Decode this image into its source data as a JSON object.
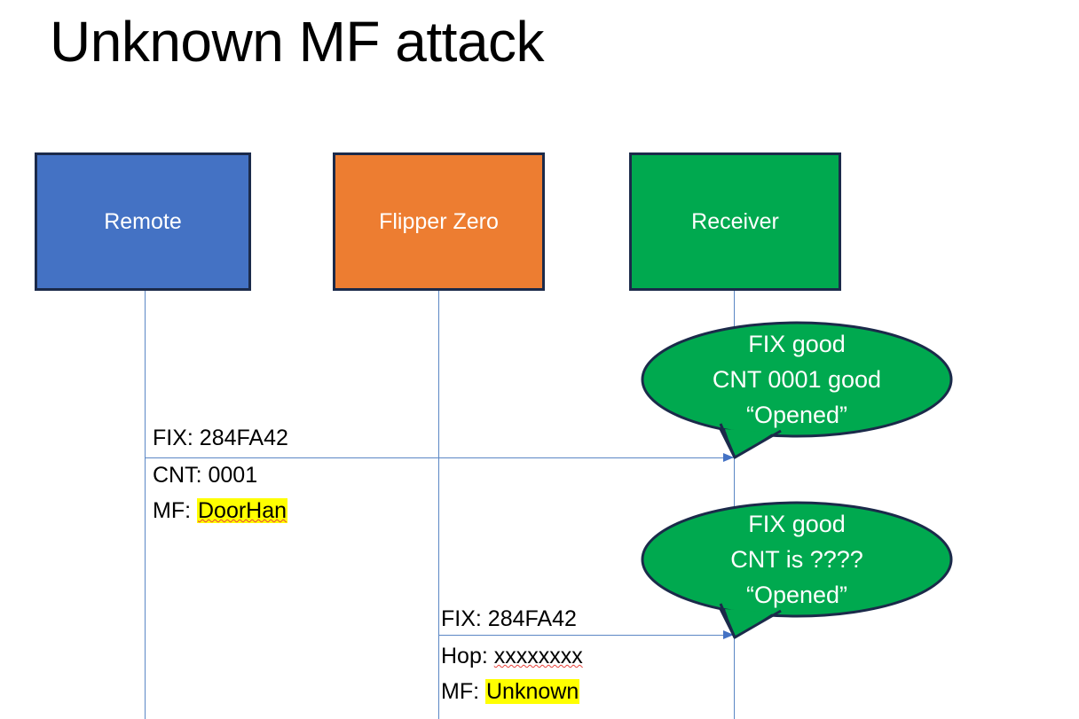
{
  "slide": {
    "title": "Unknown MF attack",
    "background": "#FFFFFF"
  },
  "colors": {
    "remote_fill": "#4472C4",
    "flipper_fill": "#ED7D31",
    "receiver_fill": "#00A94F",
    "box_border": "#1B2A4A",
    "lifeline": "#5B87C5",
    "arrow": "#4472C4",
    "bubble_fill": "#00A94F",
    "bubble_border": "#1B2A4A",
    "highlight": "#FFFF00",
    "text_dark": "#000000",
    "text_light": "#FFFFFF",
    "spellcheck_underline": "#E8413A"
  },
  "actors": [
    {
      "id": "remote",
      "label": "Remote"
    },
    {
      "id": "flipper",
      "label": "Flipper Zero"
    },
    {
      "id": "receiver",
      "label": "Receiver"
    }
  ],
  "messages": [
    {
      "id": "remote-to-receiver",
      "from": "remote",
      "to": "receiver",
      "lines": [
        {
          "label": "FIX: ",
          "value": "284FA42",
          "highlighted": false,
          "spellcheck": false
        },
        {
          "label": "CNT: ",
          "value": "0001",
          "highlighted": false,
          "spellcheck": false
        },
        {
          "label": "MF: ",
          "value": "DoorHan",
          "highlighted": true,
          "spellcheck": true
        }
      ]
    },
    {
      "id": "flipper-to-receiver",
      "from": "flipper",
      "to": "receiver",
      "lines": [
        {
          "label": "FIX: ",
          "value": "284FA42",
          "highlighted": false,
          "spellcheck": false
        },
        {
          "label": "Hop: ",
          "value": "xxxxxxxx",
          "highlighted": false,
          "spellcheck": true
        },
        {
          "label": "MF: ",
          "value": "Unknown",
          "highlighted": true,
          "spellcheck": false
        }
      ]
    }
  ],
  "bubbles": [
    {
      "id": "receiver-response-1",
      "lines": [
        "FIX good",
        "CNT 0001 good",
        "“Opened”"
      ]
    },
    {
      "id": "receiver-response-2",
      "lines": [
        "FIX good",
        "CNT is ????",
        "“Opened”"
      ]
    }
  ]
}
